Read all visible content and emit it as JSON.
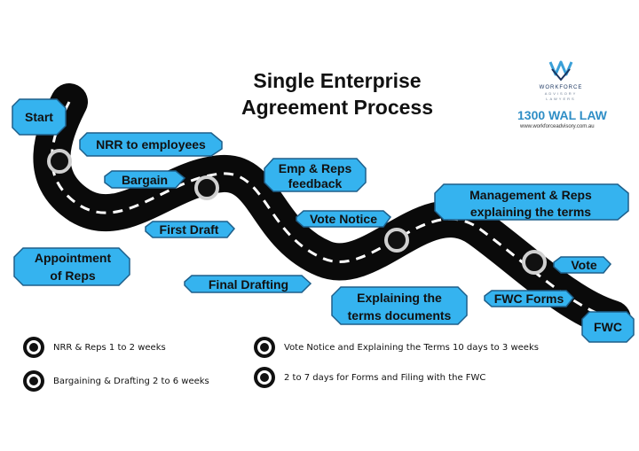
{
  "title": {
    "line1": "Single Enterprise",
    "line2": "Agreement Process"
  },
  "brand": {
    "name": "WORKFORCE",
    "sub1": "ADVISORY",
    "sub2": "LAWYERS",
    "phone": "1300 WAL LAW",
    "website": "www.workforceadvisory.com.au"
  },
  "colors": {
    "road": "#0a0a0a",
    "dash": "#ffffff",
    "label_fill": "#35b3ef",
    "label_border": "#1e5f8a",
    "phone": "#2f8ec6"
  },
  "labels": [
    {
      "id": "start",
      "text": "Start"
    },
    {
      "id": "nrr",
      "text": "NRR to employees"
    },
    {
      "id": "bargain",
      "text": "Bargain"
    },
    {
      "id": "emp-reps",
      "lines": [
        "Emp & Reps",
        "feedback"
      ]
    },
    {
      "id": "first-draft",
      "text": "First Draft"
    },
    {
      "id": "appointment",
      "lines": [
        "Appointment",
        "of Reps"
      ]
    },
    {
      "id": "vote-notice",
      "text": "Vote Notice"
    },
    {
      "id": "mgmt",
      "lines": [
        "Management & Reps",
        "explaining the terms"
      ]
    },
    {
      "id": "final-drafting",
      "text": "Final Drafting"
    },
    {
      "id": "explaining",
      "lines": [
        "Explaining the",
        "terms documents"
      ]
    },
    {
      "id": "vote",
      "text": "Vote"
    },
    {
      "id": "fwc-forms",
      "text": "FWC Forms"
    },
    {
      "id": "fwc",
      "text": "FWC"
    }
  ],
  "legend": [
    {
      "text": "NRR & Reps 1 to 2 weeks"
    },
    {
      "text": "Bargaining & Drafting 2 to 6 weeks"
    },
    {
      "text": "Vote Notice and Explaining the Terms 10 days to 3 weeks"
    },
    {
      "text": "2 to 7 days for Forms and Filing with the FWC"
    }
  ]
}
